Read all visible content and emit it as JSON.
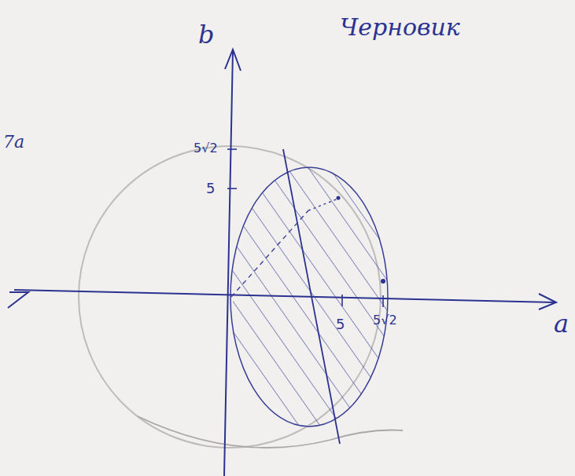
{
  "diagram": {
    "labels": [
      "Черновик",
      "7a",
      "b",
      "a",
      "5√2",
      "5",
      "5",
      "5√2"
    ]
  }
}
